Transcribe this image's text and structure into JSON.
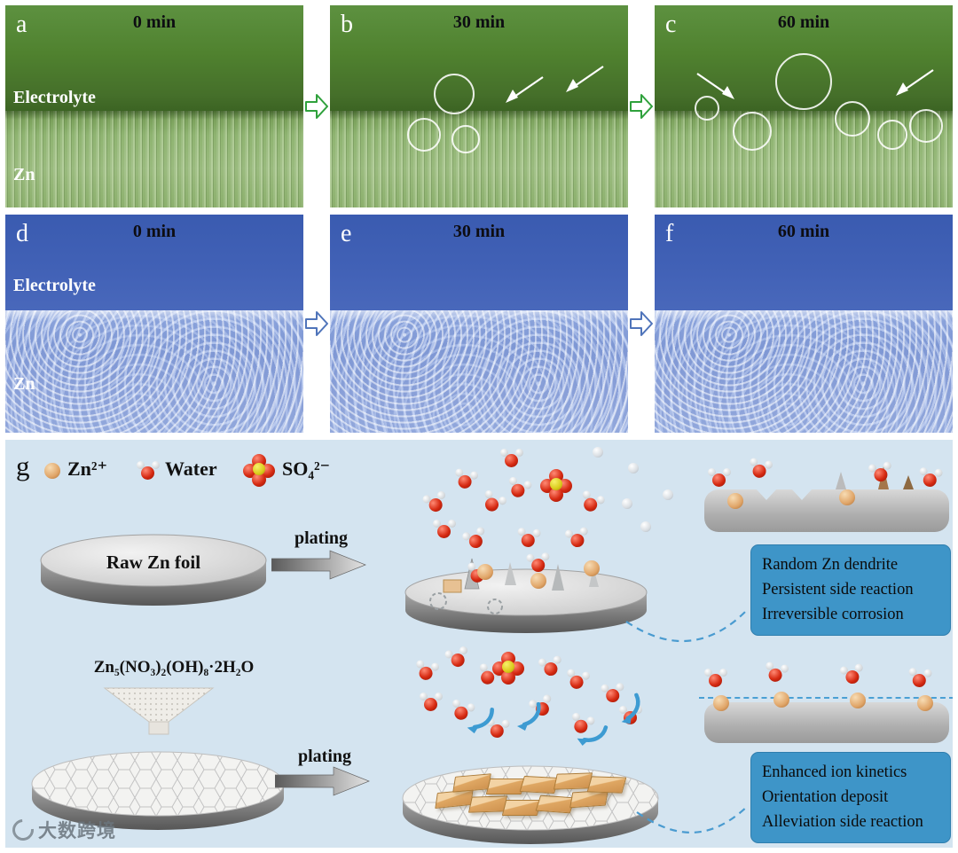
{
  "micrographs": {
    "row1": {
      "a": {
        "label": "a",
        "time": "0 min",
        "electrolyte": "Electrolyte",
        "zn": "Zn"
      },
      "b": {
        "label": "b",
        "time": "30 min"
      },
      "c": {
        "label": "c",
        "time": "60 min"
      }
    },
    "row2": {
      "d": {
        "label": "d",
        "time": "0 min",
        "electrolyte": "Electrolyte",
        "zn": "Zn"
      },
      "e": {
        "label": "e",
        "time": "30 min"
      },
      "f": {
        "label": "f",
        "time": "60 min"
      }
    }
  },
  "schematic": {
    "label": "g",
    "legend": {
      "zn_ion": "Zn²⁺",
      "water": "Water",
      "sulfate": "SO₄²⁻"
    },
    "raw_foil_label": "Raw Zn foil",
    "plating_top": "plating",
    "plating_bottom": "plating",
    "compound_label": "Zn₅(NO₃)₂(OH)₈·2H₂O",
    "box_top": {
      "lines": [
        "Random Zn dendrite",
        "Persistent side reaction",
        "Irreversible corrosion"
      ]
    },
    "box_bottom": {
      "lines": [
        "Enhanced ion kinetics",
        "Orientation deposit",
        "Alleviation side reaction"
      ]
    },
    "colors": {
      "info_box_blue": "#3e95c8",
      "panel_background": "#d4e4f0",
      "row1_arrow_green": "#2fa13c",
      "row2_arrow_blue": "#4f74ba",
      "zn_ion_tan": "#e0a568",
      "water_oxygen_red": "#d62a12",
      "sulfate_yellow": "#d9cb1a"
    }
  },
  "watermark": {
    "text": "大数跨境"
  }
}
